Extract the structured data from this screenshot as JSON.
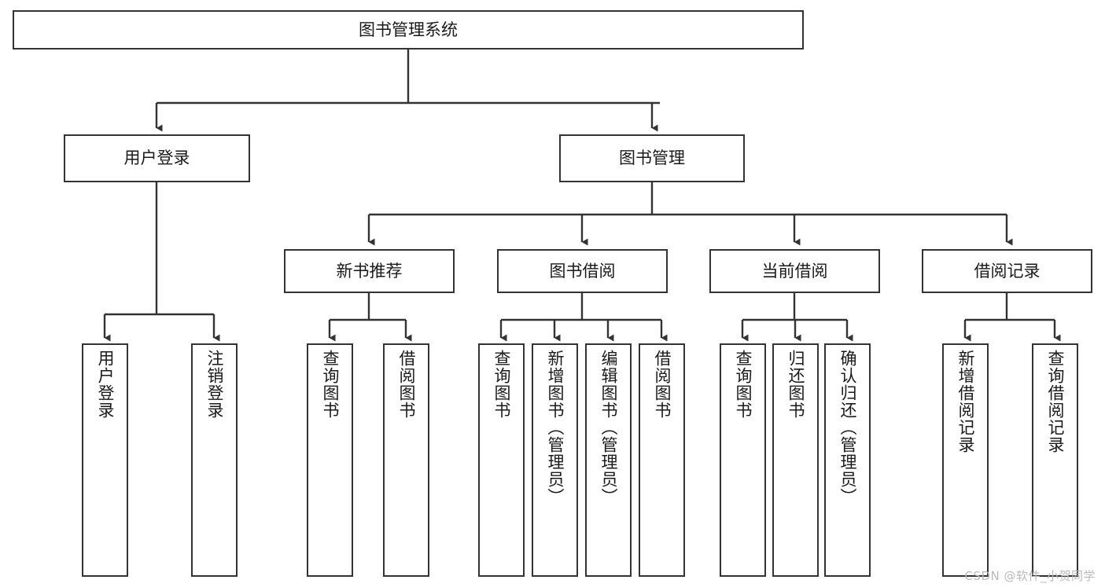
{
  "diagram": {
    "title": "图书管理系统",
    "type": "hierarchy-tree",
    "stroke_color": "#333333",
    "fill_color": "#ffffff",
    "text_color": "#1a1a1a",
    "nodes": {
      "root": {
        "label": "图书管理系统"
      },
      "level1": [
        {
          "id": "user-login",
          "label": "用户登录"
        },
        {
          "id": "book-management",
          "label": "图书管理"
        }
      ],
      "level2": [
        {
          "id": "new-book-recommend",
          "label": "新书推荐"
        },
        {
          "id": "book-borrow",
          "label": "图书借阅"
        },
        {
          "id": "current-borrow",
          "label": "当前借阅"
        },
        {
          "id": "borrow-record",
          "label": "借阅记录"
        }
      ],
      "leaves": {
        "user_login": [
          {
            "id": "leaf-user-login",
            "label": "用户登录"
          },
          {
            "id": "leaf-logout-login",
            "label": "注销登录"
          }
        ],
        "new_book_recommend": [
          {
            "id": "leaf-query-book-1",
            "label": "查询图书"
          },
          {
            "id": "leaf-borrow-book-1",
            "label": "借阅图书"
          }
        ],
        "book_borrow": [
          {
            "id": "leaf-query-book-2",
            "label": "查询图书"
          },
          {
            "id": "leaf-add-book",
            "label": "新增图书（管理员）"
          },
          {
            "id": "leaf-edit-book",
            "label": "编辑图书（管理员）"
          },
          {
            "id": "leaf-borrow-book-2",
            "label": "借阅图书"
          }
        ],
        "current_borrow": [
          {
            "id": "leaf-query-book-3",
            "label": "查询图书"
          },
          {
            "id": "leaf-return-book",
            "label": "归还图书"
          },
          {
            "id": "leaf-confirm-return",
            "label": "确认归还（管理员）"
          }
        ],
        "borrow_record": [
          {
            "id": "leaf-add-record",
            "label": "新增借阅记录"
          },
          {
            "id": "leaf-query-record",
            "label": "查询借阅记录"
          }
        ]
      }
    }
  },
  "watermark": {
    "text": "CSDN @软件_小贺同学"
  }
}
